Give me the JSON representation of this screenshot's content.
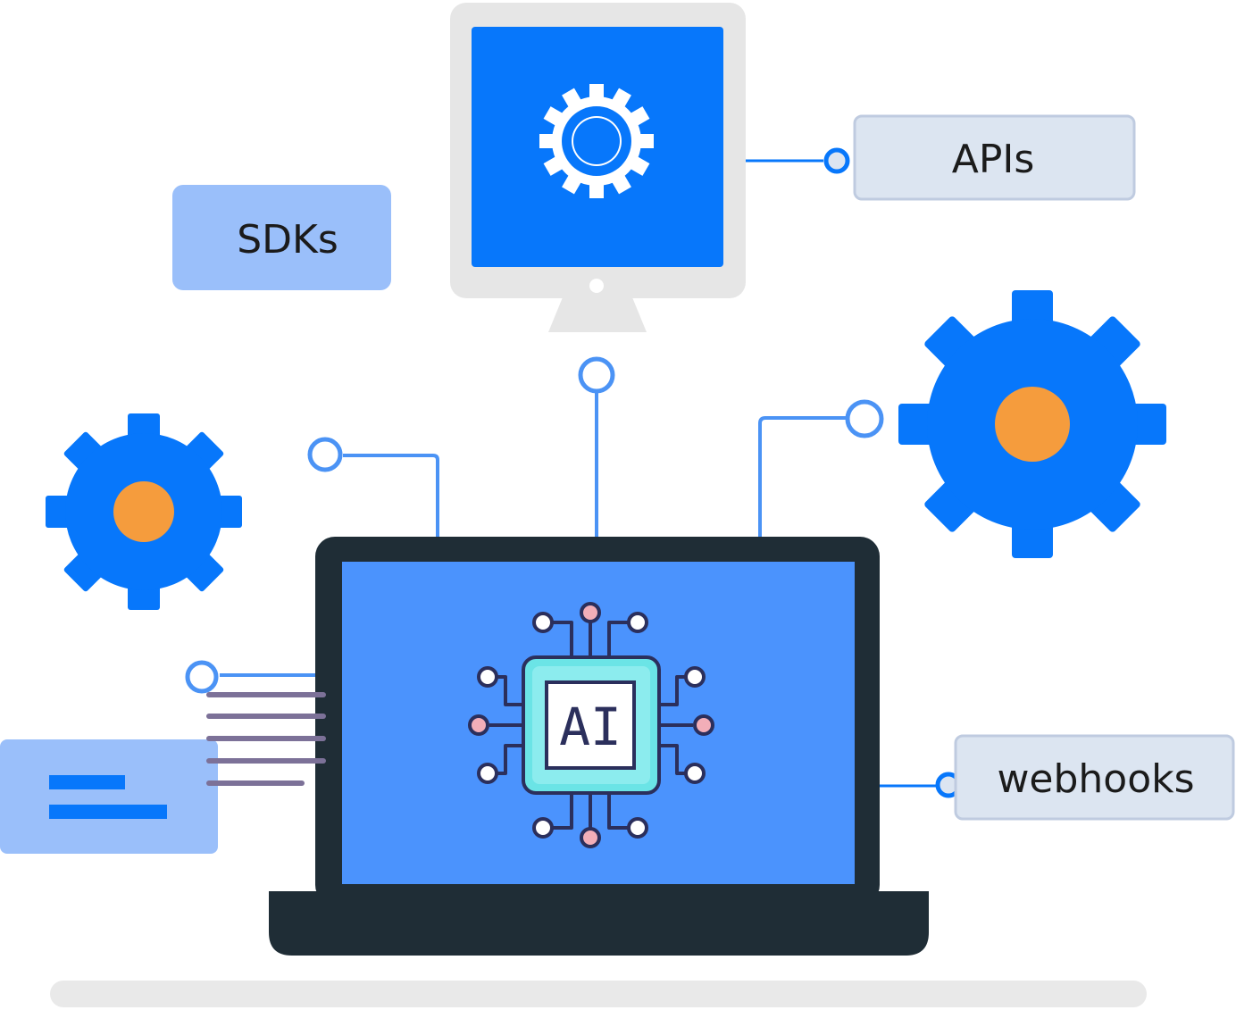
{
  "labels": {
    "sdks": "SDKs",
    "apis": "APIs",
    "webhooks": "webhooks",
    "chip": "AI"
  },
  "icons": {
    "monitor": "desktop-monitor-icon",
    "monitor_gear": "gear-icon",
    "left_gear": "gear-icon",
    "right_gear": "gear-icon",
    "laptop": "laptop-icon",
    "chip": "ai-chip-icon",
    "card": "text-card-icon"
  },
  "colors": {
    "primary_blue": "#0777fb",
    "laptop_screen": "#4b93fd",
    "laptop_frame": "#1f2d36",
    "gear_center": "#f59c3d",
    "label_box": "#dce5f1",
    "label_box_border": "#bfcbe0",
    "sdk_box": "#9abffa",
    "connector": "#4b93f5",
    "monitor_frame": "#e6e6e6",
    "chip_teal": "#6be4e6",
    "chip_pin_pink": "#f2aeb8",
    "chip_outline": "#2b2f5c",
    "lines_purple": "#7c7198",
    "floor": "#e9e9e9"
  }
}
